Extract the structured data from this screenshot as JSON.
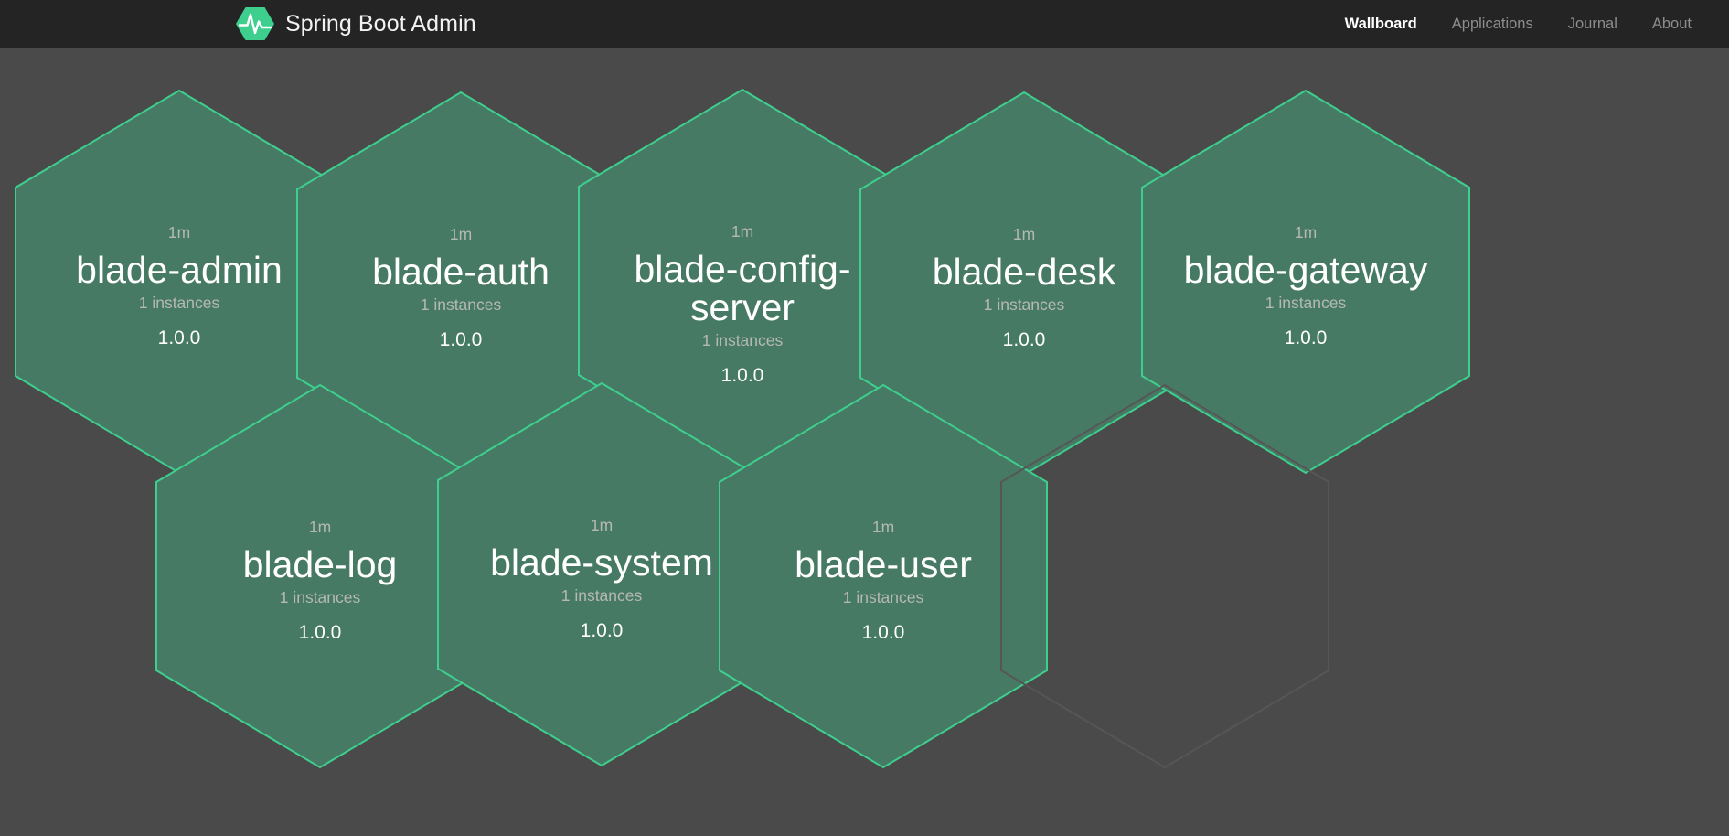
{
  "header": {
    "brand_title": "Spring Boot Admin",
    "logo_icon": "spring-boot-admin-hexagon-pulse-logo",
    "nav": [
      {
        "label": "Wallboard",
        "active": true
      },
      {
        "label": "Applications",
        "active": false
      },
      {
        "label": "Journal",
        "active": false
      },
      {
        "label": "About",
        "active": false
      }
    ]
  },
  "colors": {
    "header_bg": "#242424",
    "page_bg": "#4a4a4a",
    "hex_fill": "#477a65",
    "hex_border": "#3ecf8e",
    "empty_hex_border": "#565656",
    "brand_green": "#3ecf8e",
    "text_primary": "#ffffff",
    "text_muted": "#b5b8b5",
    "nav_inactive": "#8d8d8d"
  },
  "wallboard": {
    "applications": [
      {
        "status": "1m",
        "name": "blade-admin",
        "instances": "1 instances",
        "version": "1.0.0"
      },
      {
        "status": "1m",
        "name": "blade-auth",
        "instances": "1 instances",
        "version": "1.0.0"
      },
      {
        "status": "1m",
        "name": "blade-config-server",
        "instances": "1 instances",
        "version": "1.0.0"
      },
      {
        "status": "1m",
        "name": "blade-desk",
        "instances": "1 instances",
        "version": "1.0.0"
      },
      {
        "status": "1m",
        "name": "blade-gateway",
        "instances": "1 instances",
        "version": "1.0.0"
      },
      {
        "status": "1m",
        "name": "blade-log",
        "instances": "1 instances",
        "version": "1.0.0"
      },
      {
        "status": "1m",
        "name": "blade-system",
        "instances": "1 instances",
        "version": "1.0.0"
      },
      {
        "status": "1m",
        "name": "blade-user",
        "instances": "1 instances",
        "version": "1.0.0"
      }
    ]
  }
}
